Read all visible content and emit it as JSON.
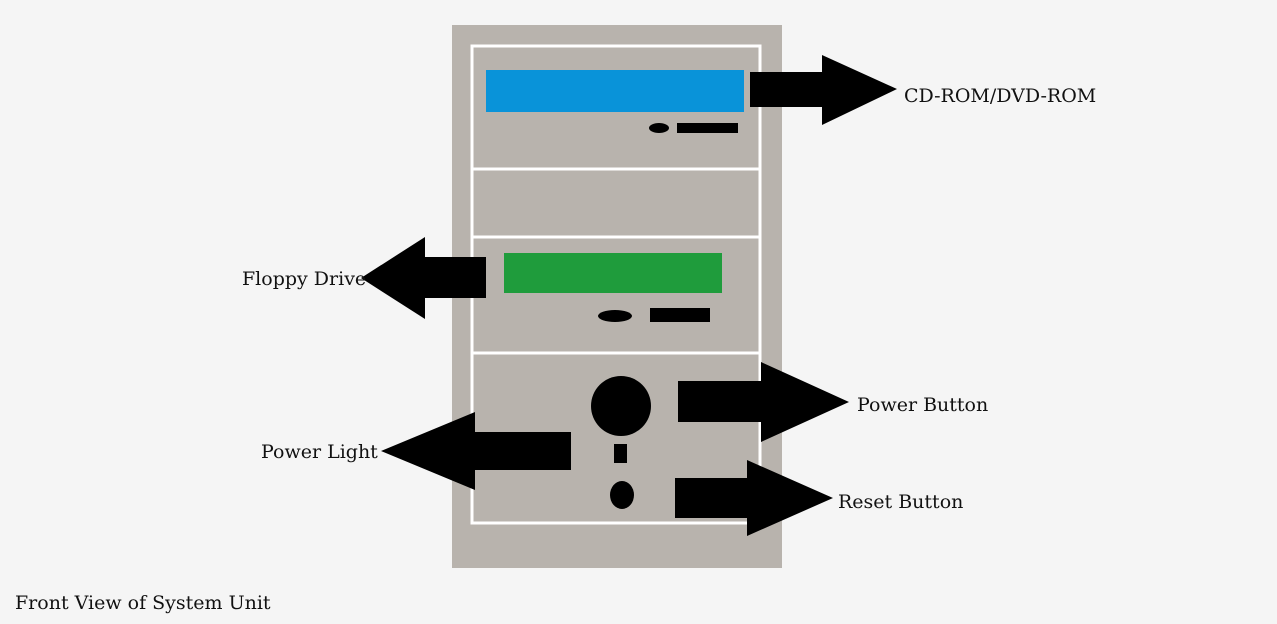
{
  "diagram": {
    "caption": "Front View of System Unit",
    "labels": {
      "cdrom": "CD-ROM/DVD-ROM",
      "floppy": "Floppy Drive",
      "power_button": "Power Button",
      "power_light": "Power Light",
      "reset_button": "Reset Button"
    },
    "colors": {
      "background": "#f5f5f5",
      "case": "#b8b3ad",
      "bay_lines": "#ffffff",
      "cdrom_tray": "#0993d9",
      "floppy_slot": "#1f9c3c",
      "arrows": "#000000"
    }
  }
}
